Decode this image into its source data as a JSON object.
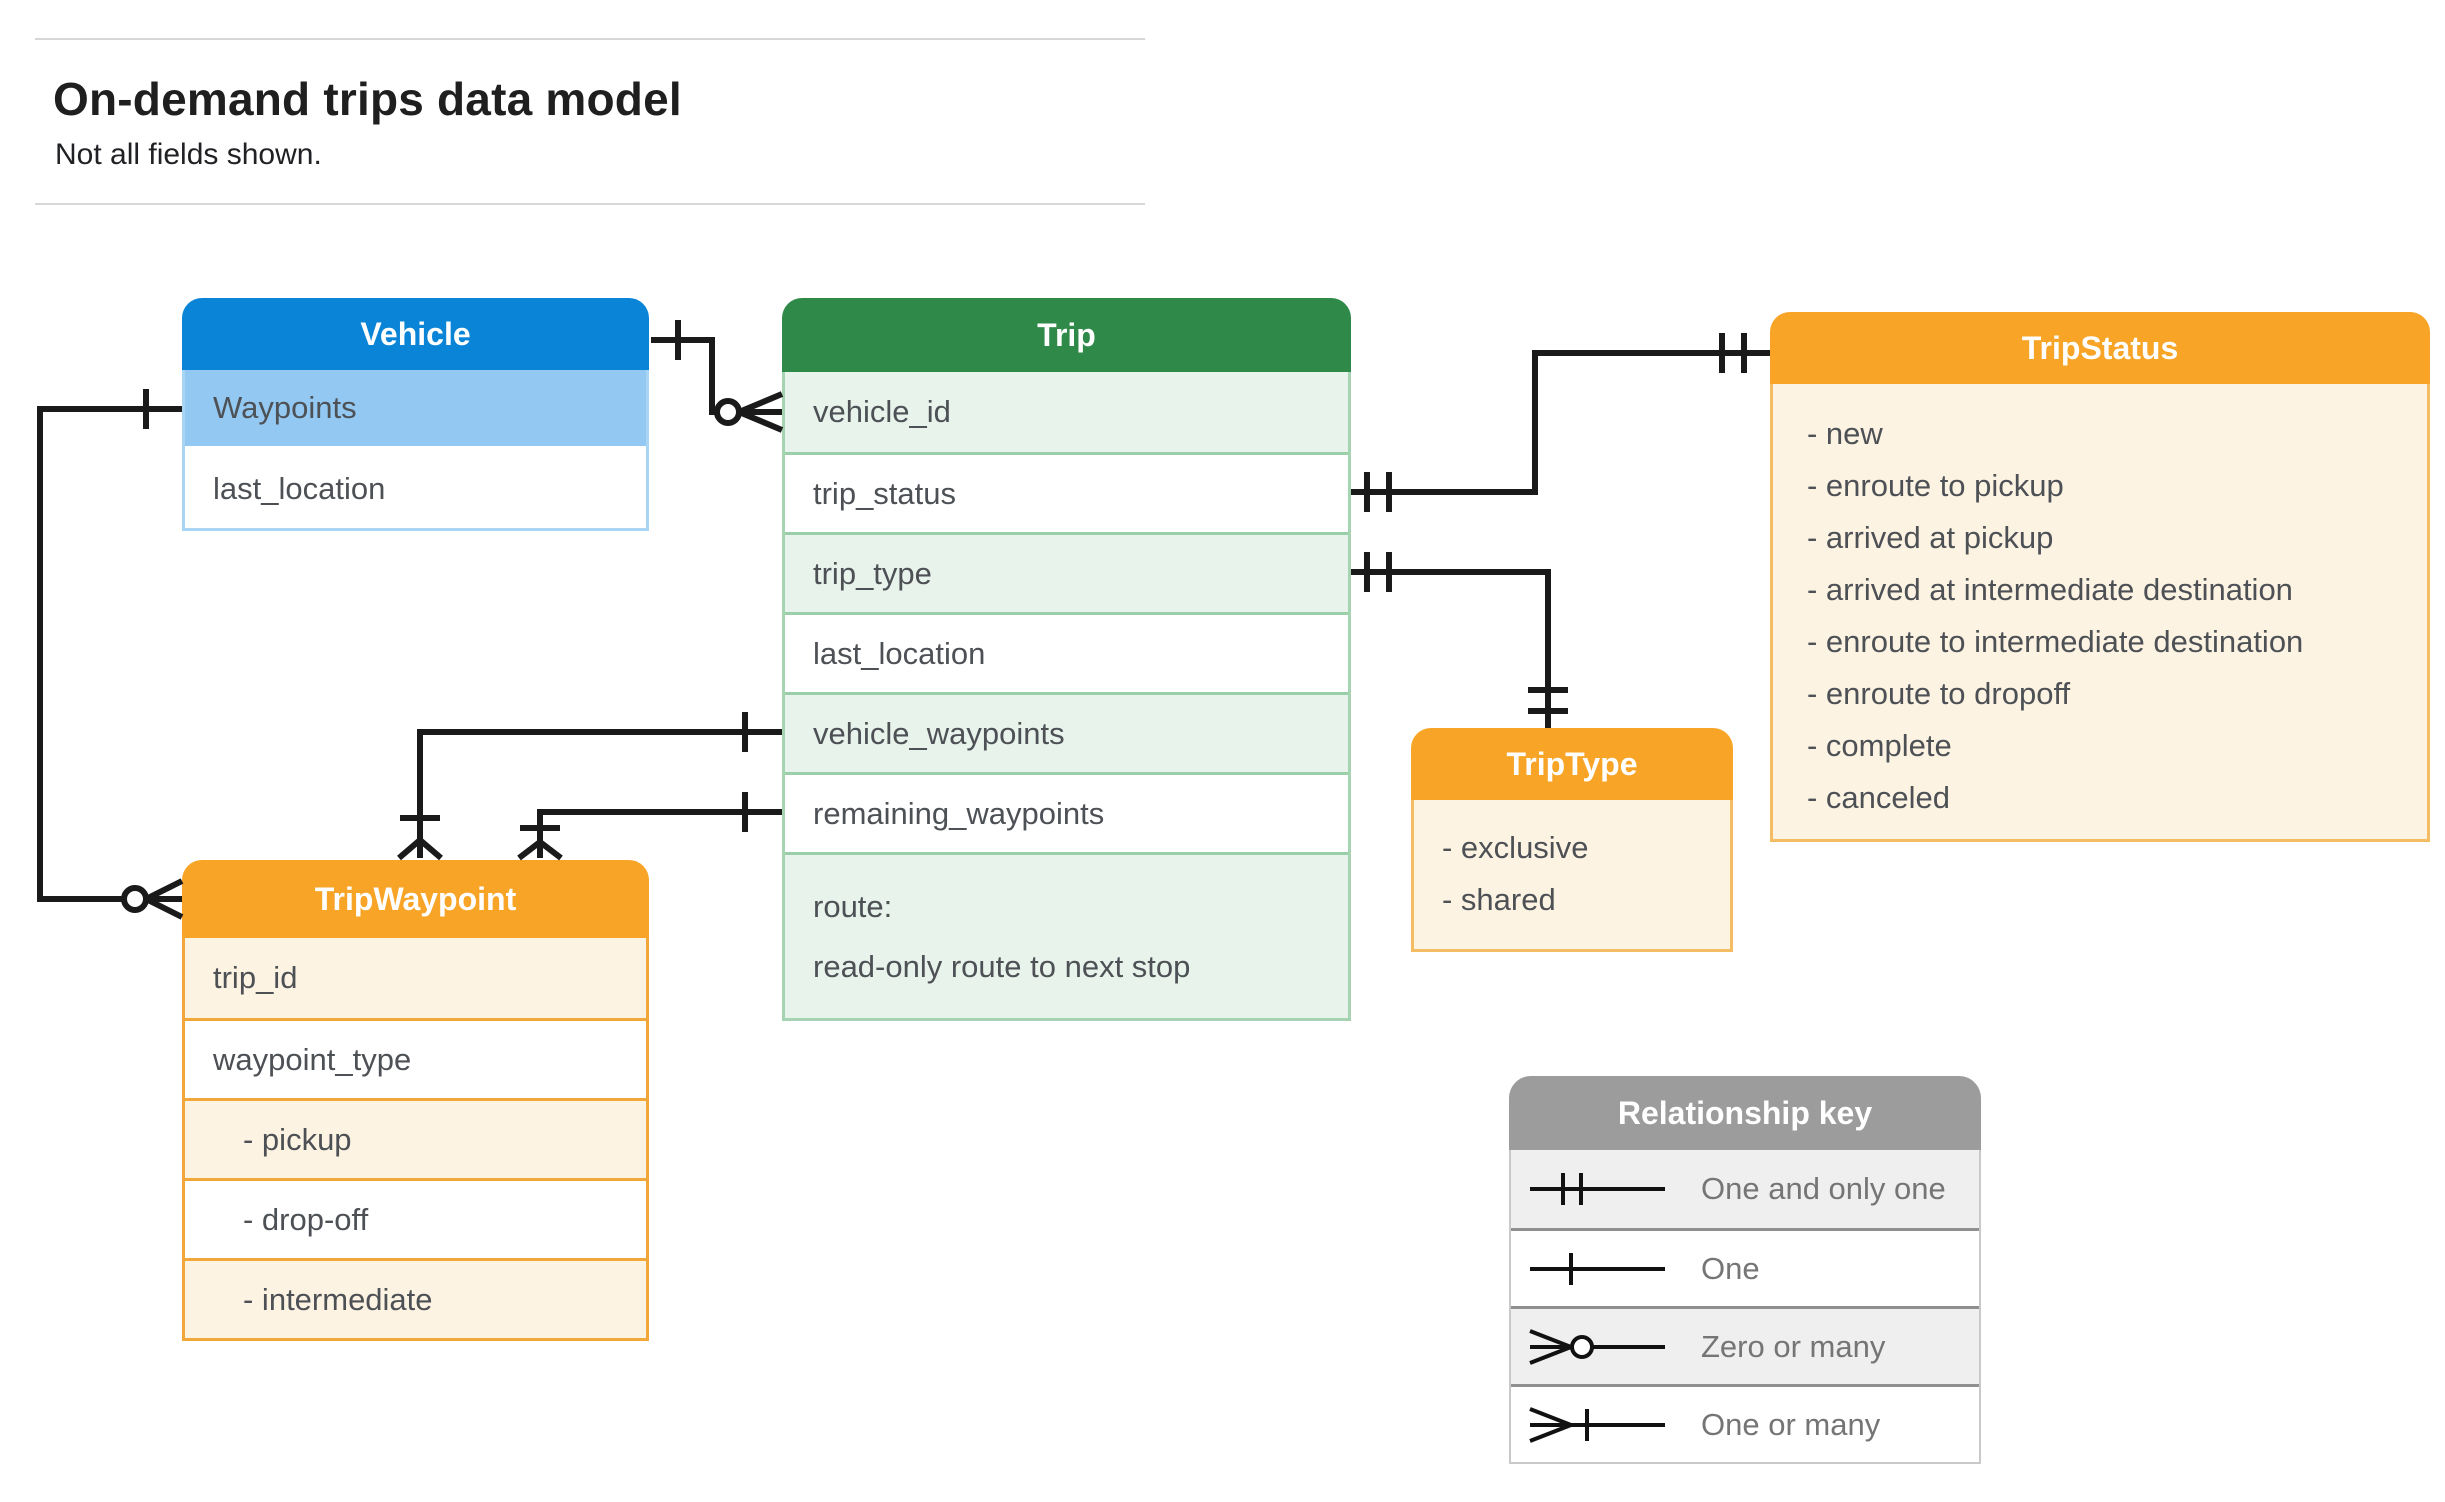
{
  "page": {
    "title": "On-demand trips data model",
    "subtitle": "Not all fields shown."
  },
  "entities": {
    "vehicle": {
      "title": "Vehicle",
      "fields": [
        "Waypoints",
        "last_location"
      ]
    },
    "trip": {
      "title": "Trip",
      "fields": [
        "vehicle_id",
        "trip_status",
        "trip_type",
        "last_location",
        "vehicle_waypoints",
        "remaining_waypoints"
      ],
      "route": [
        "route:",
        "read-only route to next stop"
      ]
    },
    "trip_status": {
      "title": "TripStatus",
      "values": [
        "- new",
        "- enroute to pickup",
        "- arrived at pickup",
        "- arrived at intermediate destination",
        "- enroute to intermediate destination",
        "- enroute to dropoff",
        "- complete",
        "- canceled"
      ]
    },
    "trip_type": {
      "title": "TripType",
      "values": [
        "- exclusive",
        "- shared"
      ]
    },
    "trip_waypoint": {
      "title": "TripWaypoint",
      "fields": [
        "trip_id",
        "waypoint_type"
      ],
      "values": [
        "- pickup",
        "- drop-off",
        "- intermediate"
      ]
    }
  },
  "legend": {
    "title": "Relationship key",
    "items": [
      {
        "symbol": "one-and-only-one",
        "label": "One and only one"
      },
      {
        "symbol": "one",
        "label": "One"
      },
      {
        "symbol": "zero-or-many",
        "label": "Zero or many"
      },
      {
        "symbol": "one-or-many",
        "label": "One or many"
      }
    ]
  },
  "colors": {
    "vehicle_header": "#0a84d6",
    "vehicle_highlight_row": "#92c8f1",
    "trip_header": "#2f8948",
    "trip_tint_row": "#e8f3eb",
    "orange_header": "#f8a426",
    "orange_tint_row": "#fdf3e2",
    "legend_header": "#9c9c9c",
    "legend_tint_row": "#efefef",
    "wire": "#1a1a1a",
    "row_text": "#4d5156"
  }
}
